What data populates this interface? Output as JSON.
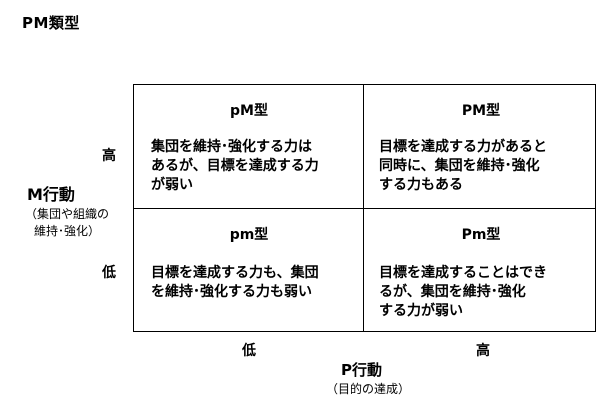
{
  "title": "PM類型",
  "matrix": {
    "cells": {
      "top_left": {
        "type_label": "pM型",
        "description": "集団を維持･強化する力は\nあるが、目標を達成する力\nが弱い"
      },
      "top_right": {
        "type_label": "PM型",
        "description": "目標を達成する力があると\n同時に、集団を維持･強化\nする力もある"
      },
      "bottom_left": {
        "type_label": "pm型",
        "description": "目標を達成する力も、集団\nを維持･強化する力も弱い"
      },
      "bottom_right": {
        "type_label": "Pm型",
        "description": "目標を達成することはでき\nるが、集団を維持･強化\nする力が弱い"
      }
    }
  },
  "y_axis": {
    "title": "M行動",
    "subtitle": "（集団や組織の\n維持･強化）",
    "high_label": "高",
    "low_label": "低"
  },
  "x_axis": {
    "title": "P行動",
    "subtitle": "（目的の達成）",
    "low_label": "低",
    "high_label": "高"
  }
}
